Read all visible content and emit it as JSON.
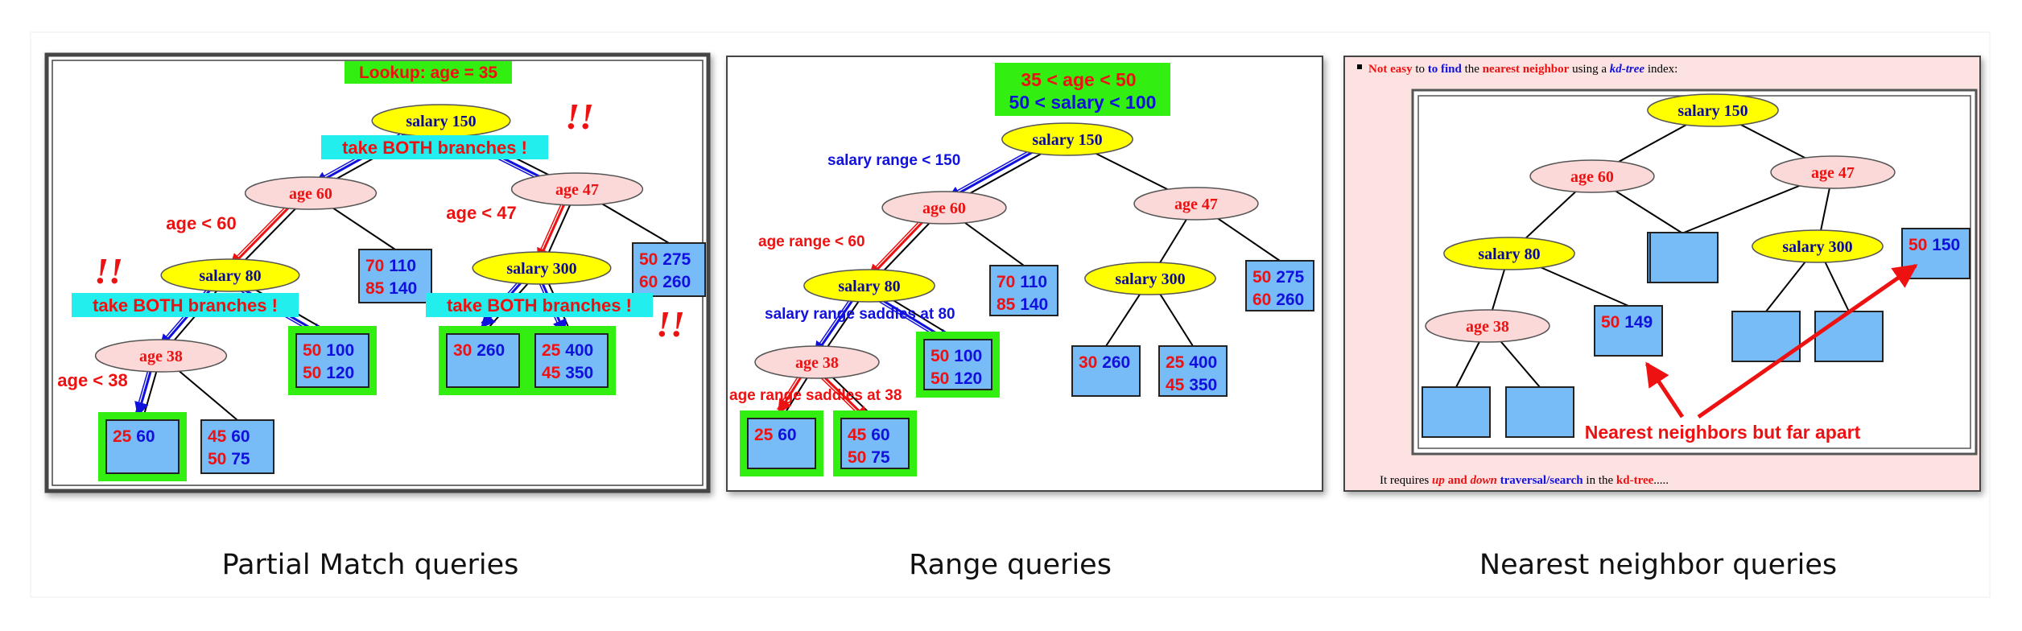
{
  "panels": [
    {
      "name": "partial-match",
      "caption": "Partial Match queries",
      "header": [
        "Lookup: age = 35"
      ],
      "exclaim": "!!",
      "nodes": [
        {
          "id": "n1",
          "label": "salary 150",
          "kind": "salary"
        },
        {
          "id": "n2",
          "label": "age 60",
          "kind": "age"
        },
        {
          "id": "n3",
          "label": "age 47",
          "kind": "age"
        },
        {
          "id": "n4",
          "label": "salary  80",
          "kind": "salary"
        },
        {
          "id": "n5",
          "label": "salary  300",
          "kind": "salary"
        },
        {
          "id": "n6",
          "label": "age  38",
          "kind": "age"
        }
      ],
      "leaves": [
        {
          "id": "l1",
          "rows": [
            [
              "70",
              "110"
            ],
            [
              "85",
              "140"
            ]
          ]
        },
        {
          "id": "l2",
          "rows": [
            [
              "50",
              "275"
            ],
            [
              "60",
              "260"
            ]
          ]
        },
        {
          "id": "l3",
          "rows": [
            [
              "50",
              "100"
            ],
            [
              "50",
              "120"
            ]
          ],
          "hl": true
        },
        {
          "id": "l4",
          "rows": [
            [
              "30",
              "260"
            ]
          ],
          "hl": true
        },
        {
          "id": "l5",
          "rows": [
            [
              "25",
              "400"
            ],
            [
              "45",
              "350"
            ]
          ],
          "hl": true
        },
        {
          "id": "l6",
          "rows": [
            [
              "25",
              "60"
            ]
          ],
          "hl": true
        },
        {
          "id": "l7",
          "rows": [
            [
              "45",
              "60"
            ],
            [
              "50",
              "75"
            ]
          ]
        }
      ],
      "labels": [
        {
          "id": "t1",
          "text": "take BOTH branches !",
          "kind": "banner"
        },
        {
          "id": "t2",
          "text": "take BOTH branches !",
          "kind": "banner"
        },
        {
          "id": "t3",
          "text": "take BOTH branches !",
          "kind": "banner"
        },
        {
          "id": "t4",
          "text": "age < 60",
          "kind": "red"
        },
        {
          "id": "t5",
          "text": "age < 47",
          "kind": "red"
        },
        {
          "id": "t6",
          "text": "age < 38",
          "kind": "red"
        }
      ]
    },
    {
      "name": "range",
      "caption": "Range queries",
      "header": [
        "35 < age < 50",
        "50 < salary < 100"
      ],
      "nodes": [
        {
          "id": "n1",
          "label": "salary 150",
          "kind": "salary"
        },
        {
          "id": "n2",
          "label": "age 60",
          "kind": "age"
        },
        {
          "id": "n3",
          "label": "age 47",
          "kind": "age"
        },
        {
          "id": "n4",
          "label": "salary  80",
          "kind": "salary"
        },
        {
          "id": "n5",
          "label": "salary  300",
          "kind": "salary"
        },
        {
          "id": "n6",
          "label": "age  38",
          "kind": "age"
        }
      ],
      "leaves": [
        {
          "id": "l1",
          "rows": [
            [
              "70",
              "110"
            ],
            [
              "85",
              "140"
            ]
          ]
        },
        {
          "id": "l2",
          "rows": [
            [
              "50",
              "275"
            ],
            [
              "60",
              "260"
            ]
          ]
        },
        {
          "id": "l3",
          "rows": [
            [
              "50",
              "100"
            ],
            [
              "50",
              "120"
            ]
          ],
          "hl": true
        },
        {
          "id": "l4",
          "rows": [
            [
              "30",
              "260"
            ]
          ]
        },
        {
          "id": "l5",
          "rows": [
            [
              "25",
              "400"
            ],
            [
              "45",
              "350"
            ]
          ]
        },
        {
          "id": "l6",
          "rows": [
            [
              "25",
              "60"
            ]
          ],
          "hl": true
        },
        {
          "id": "l7",
          "rows": [
            [
              "45",
              "60"
            ],
            [
              "50",
              "75"
            ]
          ],
          "hl": true
        }
      ],
      "labels": [
        {
          "id": "t1",
          "text": "salary range < 150",
          "kind": "blue"
        },
        {
          "id": "t2",
          "text": "age range < 60",
          "kind": "red"
        },
        {
          "id": "t3",
          "text": "salary range saddles at 80",
          "kind": "blue"
        },
        {
          "id": "t4",
          "text": "age range saddles at 38",
          "kind": "red"
        }
      ]
    },
    {
      "name": "nearest",
      "caption": "Nearest neighbor queries",
      "top_note": [
        [
          "Not easy",
          "red"
        ],
        [
          " to ",
          "black"
        ],
        [
          "to find",
          "blue"
        ],
        [
          " the ",
          "black"
        ],
        [
          "nearest neighbor",
          "red"
        ],
        [
          " using a ",
          "black"
        ],
        [
          "kd-tree",
          "bluei"
        ],
        [
          " index:",
          "black"
        ]
      ],
      "bottom_note": [
        [
          "It requires ",
          "black"
        ],
        [
          "up",
          "redi"
        ],
        [
          " and ",
          "red"
        ],
        [
          "down",
          "redi"
        ],
        [
          " ",
          "black"
        ],
        [
          "traversal/search",
          "blue"
        ],
        [
          " in the ",
          "black"
        ],
        [
          "kd-tree",
          "red"
        ],
        [
          ".....",
          "black"
        ]
      ],
      "nodes": [
        {
          "id": "n1",
          "label": "salary 150",
          "kind": "salary"
        },
        {
          "id": "n2",
          "label": "age 60",
          "kind": "age"
        },
        {
          "id": "n3",
          "label": "age 47",
          "kind": "age"
        },
        {
          "id": "n4",
          "label": "salary  80",
          "kind": "salary"
        },
        {
          "id": "n5",
          "label": "salary  300",
          "kind": "salary"
        },
        {
          "id": "n6",
          "label": "age  38",
          "kind": "age"
        }
      ],
      "leaves": [
        {
          "id": "l1",
          "rows": []
        },
        {
          "id": "l2",
          "rows": [
            [
              "50",
              "149"
            ]
          ]
        },
        {
          "id": "l3",
          "rows": []
        },
        {
          "id": "l4",
          "rows": []
        },
        {
          "id": "l5",
          "rows": []
        },
        {
          "id": "l6",
          "rows": [
            [
              "50",
              "150"
            ]
          ]
        },
        {
          "id": "l7",
          "rows": []
        },
        {
          "id": "l8",
          "rows": []
        }
      ],
      "labels": [
        {
          "id": "t1",
          "text": "Nearest neighbors but far apart",
          "kind": "red"
        }
      ]
    }
  ],
  "colors": {
    "red": "#ee1111",
    "blue": "#1111dd",
    "green": "#33ee11",
    "cyan": "#22eeee",
    "yellow": "#ffff00",
    "pink": "#fbd9d9",
    "leaf": "#77bbf7",
    "frame": "#666666"
  }
}
